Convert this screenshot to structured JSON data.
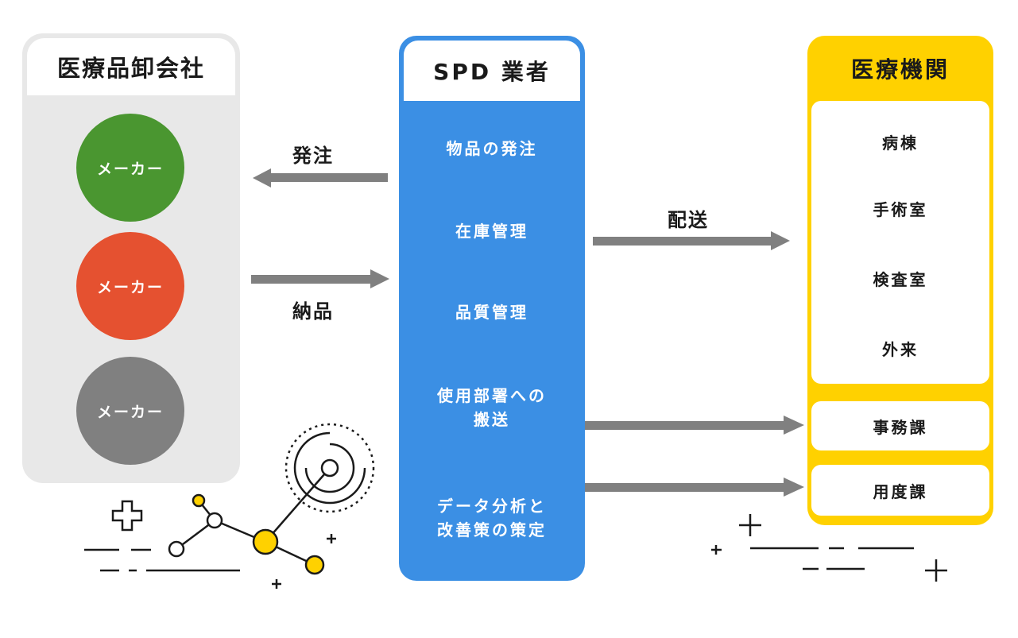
{
  "left": {
    "title": "医療品卸会社",
    "makers": [
      {
        "label": "メーカー",
        "color": "#4a9630"
      },
      {
        "label": "メーカー",
        "color": "#e55130"
      },
      {
        "label": "メーカー",
        "color": "#808080"
      }
    ]
  },
  "center": {
    "title": "SPD 業者",
    "items": [
      "物品の発注",
      "在庫管理",
      "品質管理",
      "使用部署への\n搬送",
      "データ分析と\n改善策の策定"
    ]
  },
  "right": {
    "title": "医療機関",
    "departments": [
      "病棟",
      "手術室",
      "検査室",
      "外来"
    ],
    "bottom_items": [
      "事務課",
      "用度課"
    ]
  },
  "arrows": {
    "order": "発注",
    "delivery": "納品",
    "dispatch": "配送"
  },
  "colors": {
    "blue": "#3b8fe4",
    "yellow": "#ffd100",
    "gray_panel": "#e8e8e8",
    "arrow": "#808080"
  }
}
